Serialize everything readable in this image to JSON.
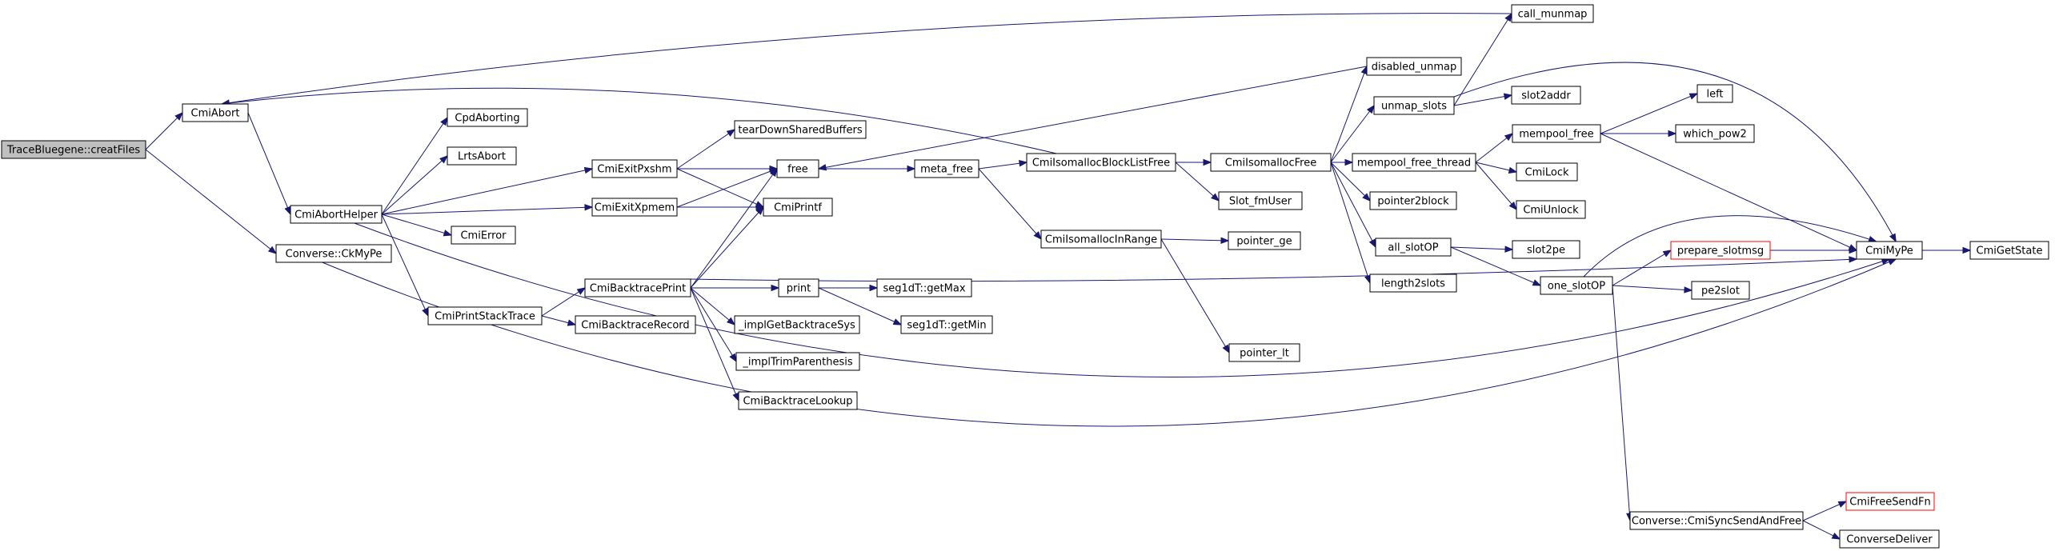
{
  "colors": {
    "edge": "#191970",
    "node_border": "#000000",
    "root_fill": "#bfbfbf",
    "truncated_border": "#ff0000",
    "background": "#ffffff"
  },
  "nodes": {
    "root": "TraceBluegene::creatFiles",
    "cmiabort": "CmiAbort",
    "callmunmap": "call_munmap",
    "cmiaborthelper": "CmiAbortHelper",
    "ckmype": "Converse::CkMyPe",
    "cpdaborting": "CpdAborting",
    "lrtsabort": "LrtsAbort",
    "cmierror": "CmiError",
    "cmiexitpxshm": "CmiExitPxshm",
    "cmiexitxpmem": "CmiExitXpmem",
    "cmiprintstacktrace": "CmiPrintStackTrace",
    "teardown": "tearDownSharedBuffers",
    "free": "free",
    "cmiprintf": "CmiPrintf",
    "cmibacktraceprint": "CmiBacktracePrint",
    "cmibacktracerecord": "CmiBacktraceRecord",
    "metafree": "meta_free",
    "print": "print",
    "implgetbacktracesys": "_implGetBacktraceSys",
    "impltrimparenthesis": "_implTrimParenthesis",
    "cmibacktracelookup": "CmiBacktraceLookup",
    "getmax": "seg1dT::getMax",
    "getmin": "seg1dT::getMin",
    "blocklistfree": "CmiIsomallocBlockListFree",
    "inrange": "CmiIsomallocInRange",
    "pointerge": "pointer_ge",
    "pointerlt": "pointer_lt",
    "isomallocfree": "CmiIsomallocFree",
    "slotfmuser": "Slot_fmUser",
    "disabledunmap": "disabled_unmap",
    "unmapslots": "unmap_slots",
    "slot2addr": "slot2addr",
    "mempoolfreethread": "mempool_free_thread",
    "pointer2block": "pointer2block",
    "allslotop": "all_slotOP",
    "length2slots": "length2slots",
    "slot2pe": "slot2pe",
    "oneslotop": "one_slotOP",
    "mempoolfree": "mempool_free",
    "cmilock": "CmiLock",
    "cmiunlock": "CmiUnlock",
    "left": "left",
    "whichpow2": "which_pow2",
    "prepareslotmsg": "prepare_slotmsg",
    "pe2slot": "pe2slot",
    "cmimype": "CmiMyPe",
    "cmigetstate": "CmiGetState",
    "syncsendandfree": "Converse::CmiSyncSendAndFree",
    "freesendfn": "CmiFreeSendFn",
    "conversedeliver": "ConverseDeliver"
  }
}
